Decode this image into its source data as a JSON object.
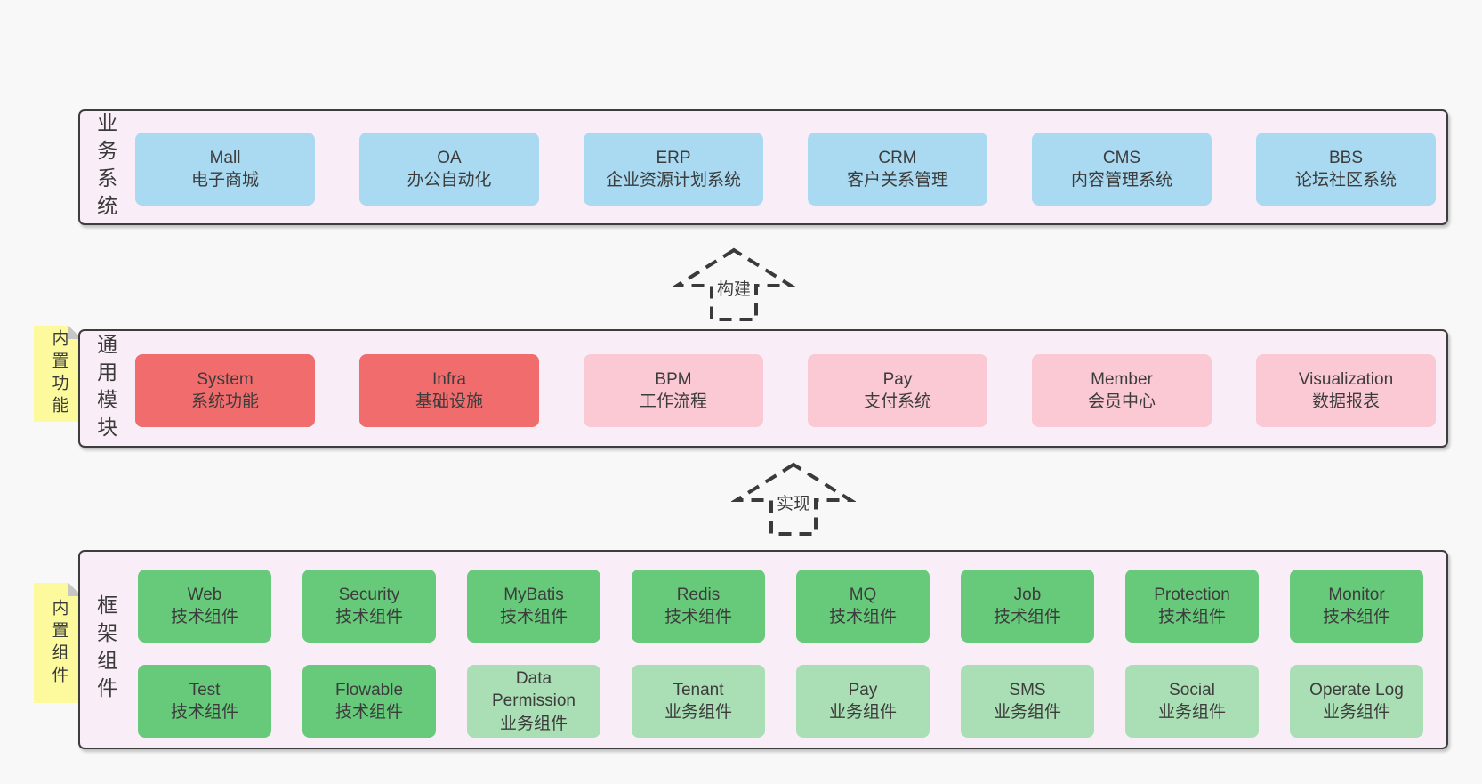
{
  "colors": {
    "page_bg": "#f8f8f8",
    "panel_bg": "#f9eef7",
    "panel_border": "#3d3d3d",
    "blue_box": "#a9daf2",
    "red_box": "#f16c6c",
    "pink_box": "#fac9d3",
    "green_dark_box": "#67c97a",
    "green_light_box": "#aadeb4",
    "sticky_yellow": "#fcfa9d",
    "text": "#3c3c3c"
  },
  "arrows": {
    "build": "构建",
    "implement": "实现"
  },
  "layers": {
    "business": {
      "label": "业务系统",
      "boxes": [
        {
          "title": "Mall",
          "subtitle": "电子商城"
        },
        {
          "title": "OA",
          "subtitle": "办公自动化"
        },
        {
          "title": "ERP",
          "subtitle": "企业资源计划系统"
        },
        {
          "title": "CRM",
          "subtitle": "客户关系管理"
        },
        {
          "title": "CMS",
          "subtitle": "内容管理系统"
        },
        {
          "title": "BBS",
          "subtitle": "论坛社区系统"
        }
      ]
    },
    "modules": {
      "label": "通用模块",
      "sticky": "内置功能",
      "boxes": [
        {
          "title": "System",
          "subtitle": "系统功能",
          "variant": "red"
        },
        {
          "title": "Infra",
          "subtitle": "基础设施",
          "variant": "red"
        },
        {
          "title": "BPM",
          "subtitle": "工作流程",
          "variant": "pink"
        },
        {
          "title": "Pay",
          "subtitle": "支付系统",
          "variant": "pink"
        },
        {
          "title": "Member",
          "subtitle": "会员中心",
          "variant": "pink"
        },
        {
          "title": "Visualization",
          "subtitle": "数据报表",
          "variant": "pink"
        }
      ]
    },
    "framework": {
      "label": "框架组件",
      "sticky": "内置组件",
      "row1": [
        {
          "title": "Web",
          "subtitle": "技术组件",
          "variant": "green-dark"
        },
        {
          "title": "Security",
          "subtitle": "技术组件",
          "variant": "green-dark"
        },
        {
          "title": "MyBatis",
          "subtitle": "技术组件",
          "variant": "green-dark"
        },
        {
          "title": "Redis",
          "subtitle": "技术组件",
          "variant": "green-dark"
        },
        {
          "title": "MQ",
          "subtitle": "技术组件",
          "variant": "green-dark"
        },
        {
          "title": "Job",
          "subtitle": "技术组件",
          "variant": "green-dark"
        },
        {
          "title": "Protection",
          "subtitle": "技术组件",
          "variant": "green-dark"
        },
        {
          "title": "Monitor",
          "subtitle": "技术组件",
          "variant": "green-dark"
        }
      ],
      "row2": [
        {
          "title": "Test",
          "subtitle": "技术组件",
          "variant": "green-dark"
        },
        {
          "title": "Flowable",
          "subtitle": "技术组件",
          "variant": "green-dark"
        },
        {
          "title": "Data Permission",
          "subtitle": "业务组件",
          "variant": "green-light"
        },
        {
          "title": "Tenant",
          "subtitle": "业务组件",
          "variant": "green-light"
        },
        {
          "title": "Pay",
          "subtitle": "业务组件",
          "variant": "green-light"
        },
        {
          "title": "SMS",
          "subtitle": "业务组件",
          "variant": "green-light"
        },
        {
          "title": "Social",
          "subtitle": "业务组件",
          "variant": "green-light"
        },
        {
          "title": "Operate Log",
          "subtitle": "业务组件",
          "variant": "green-light"
        }
      ]
    }
  }
}
